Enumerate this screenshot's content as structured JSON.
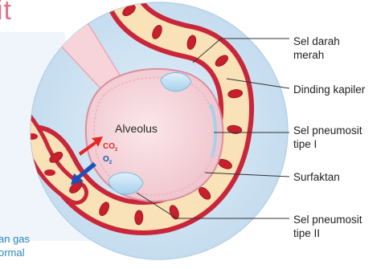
{
  "fragments": {
    "title_partial": "it",
    "caption_line1": "an gas",
    "caption_line2": "ormal"
  },
  "alveolus_label": "Alveolus",
  "gases": {
    "co2": {
      "base": "CO",
      "sub": "2",
      "color": "#e52525"
    },
    "o2": {
      "base": "O",
      "sub": "2",
      "color": "#1f4fb8"
    }
  },
  "labels": [
    {
      "id": "sel-darah-merah",
      "lines": [
        "Sel darah",
        "merah"
      ]
    },
    {
      "id": "dinding-kapiler",
      "lines": [
        "Dinding kapiler"
      ]
    },
    {
      "id": "sel-pneumosit-tipe-1",
      "lines": [
        "Sel pneumosit",
        "tipe I"
      ]
    },
    {
      "id": "surfaktan",
      "lines": [
        "Surfaktan"
      ]
    },
    {
      "id": "sel-pneumosit-tipe-2",
      "lines": [
        "Sel pneumosit",
        "tipe II"
      ]
    }
  ],
  "colors": {
    "lens_fill": "#cfe3f2",
    "capillary_wall": "#c9263a",
    "capillary_lumen": "#f9e2b8",
    "red_blood_cell": "#c81f2d",
    "alveolus_fill": "#f6d4da",
    "pneumocyte": "#bfe0f2",
    "leader_line": "#333333"
  }
}
